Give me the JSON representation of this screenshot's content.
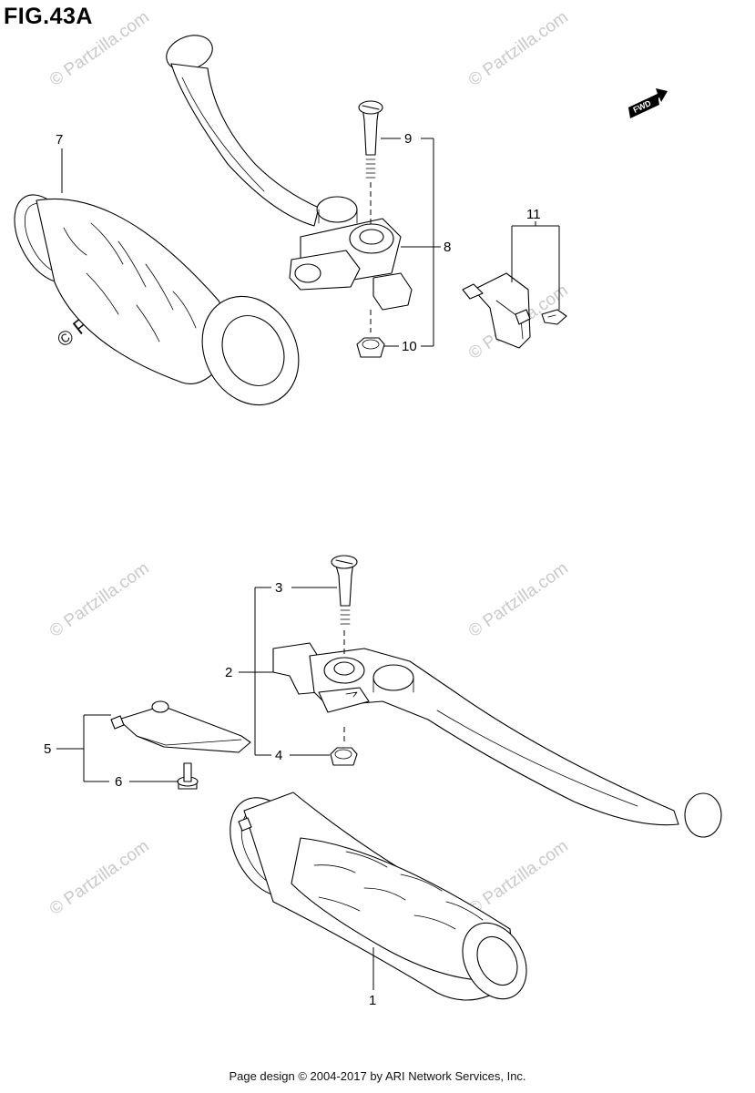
{
  "figure": {
    "title": "FIG.43A",
    "fwd_label": "FWD"
  },
  "watermark": {
    "text": "© Partzilla.com"
  },
  "callouts": [
    {
      "id": "c1",
      "label": "1"
    },
    {
      "id": "c2",
      "label": "2"
    },
    {
      "id": "c3",
      "label": "3"
    },
    {
      "id": "c4",
      "label": "4"
    },
    {
      "id": "c5",
      "label": "5"
    },
    {
      "id": "c6",
      "label": "6"
    },
    {
      "id": "c7",
      "label": "7"
    },
    {
      "id": "c8",
      "label": "8"
    },
    {
      "id": "c9",
      "label": "9"
    },
    {
      "id": "c10",
      "label": "10"
    },
    {
      "id": "c11",
      "label": "11"
    }
  ],
  "footer": {
    "text": "Page design © 2004-2017 by ARI Network Services, Inc."
  }
}
